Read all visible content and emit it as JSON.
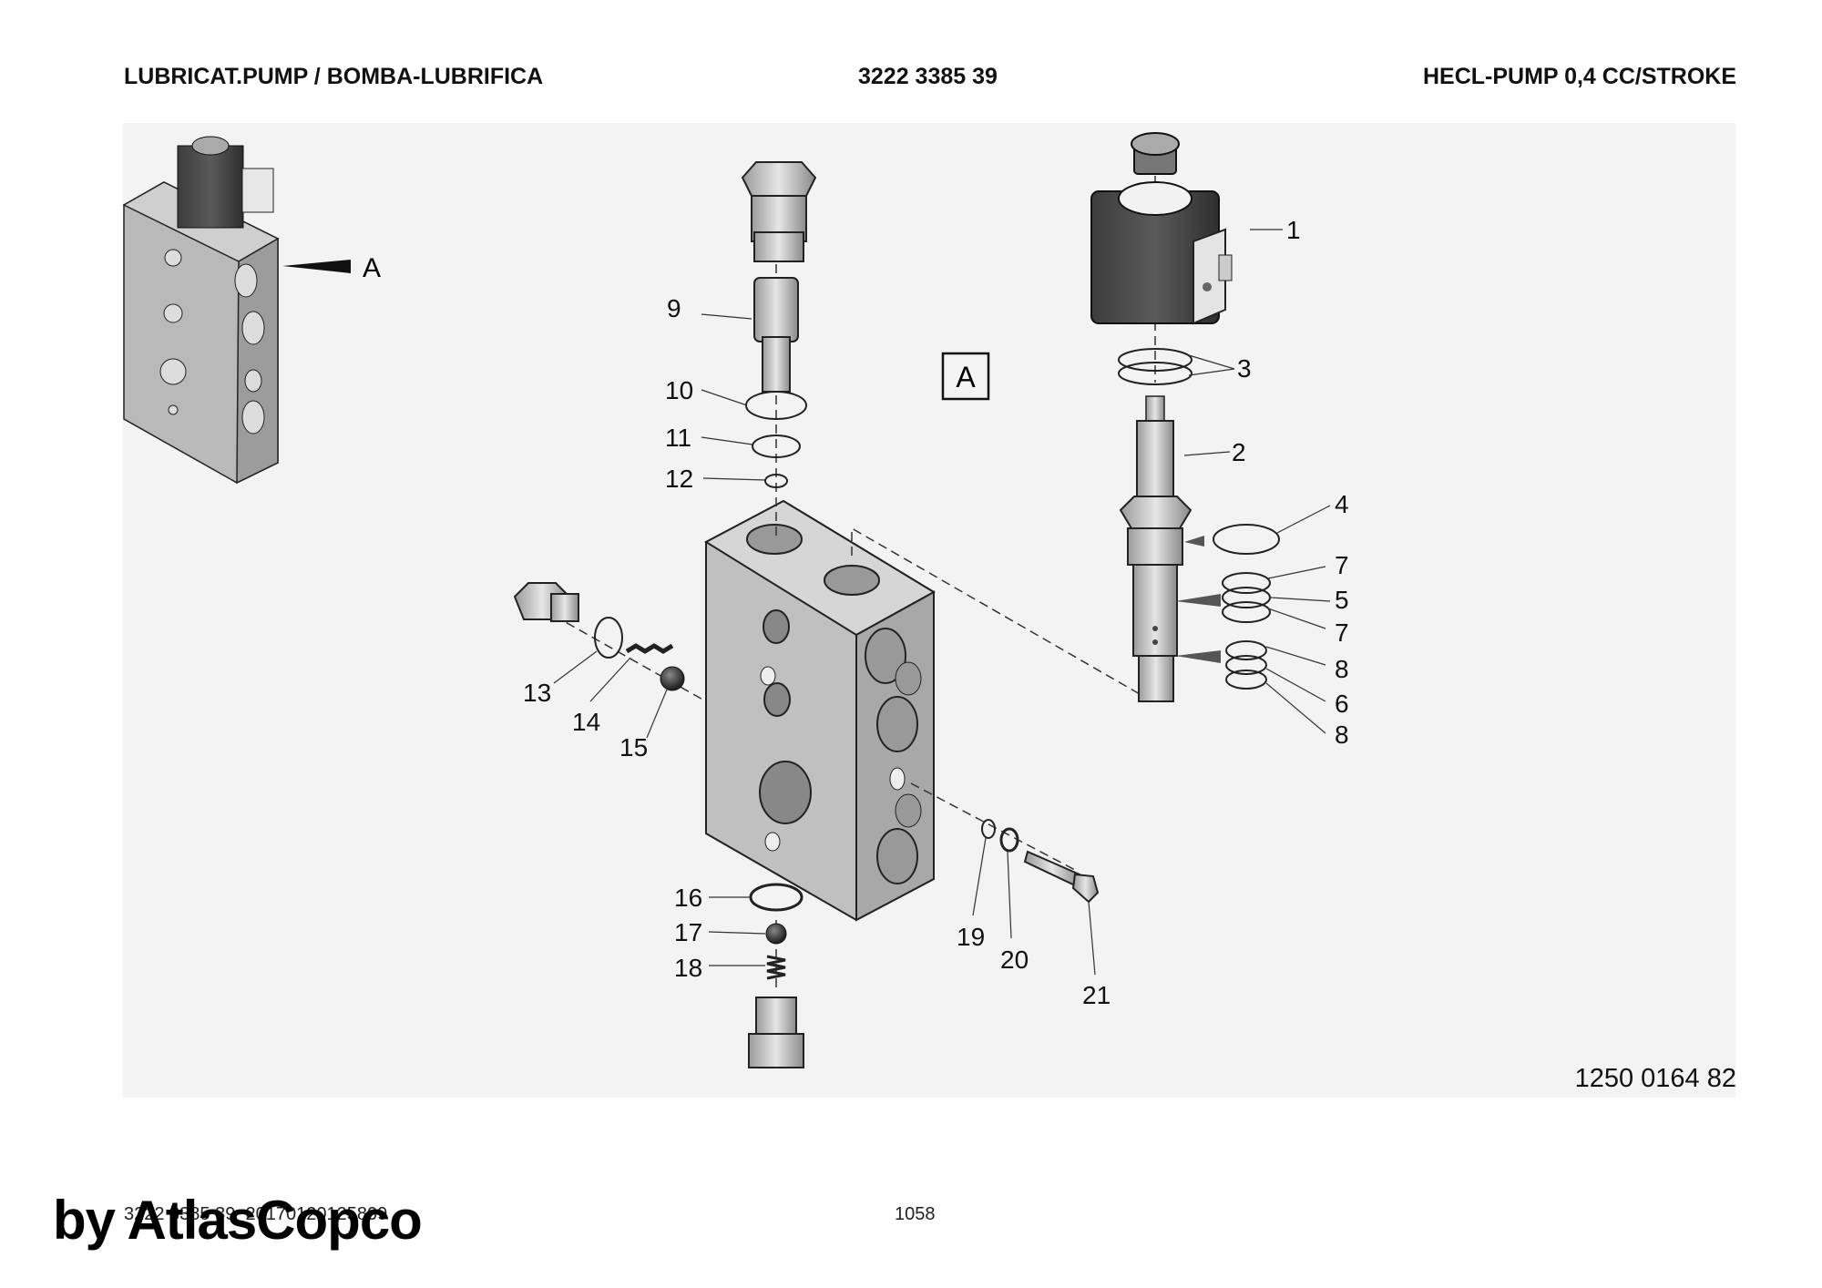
{
  "header": {
    "left_title": "LUBRICAT.PUMP / BOMBA-LUBRIFICA",
    "center_code": "3222 3385 39",
    "right_title": "HECL-PUMP 0,4 CC/STROKE"
  },
  "drawing": {
    "view_letter": "A",
    "callouts": [
      "1",
      "2",
      "3",
      "4",
      "5",
      "6",
      "7",
      "7",
      "8",
      "8",
      "9",
      "10",
      "11",
      "12",
      "13",
      "14",
      "15",
      "16",
      "17",
      "18",
      "19",
      "20",
      "21"
    ]
  },
  "drawing_number": "1250 0164 82",
  "footer": {
    "doc_code": "3222 3385 39_20170120125809",
    "page": "1058",
    "brand": "by AtlasCopco"
  }
}
